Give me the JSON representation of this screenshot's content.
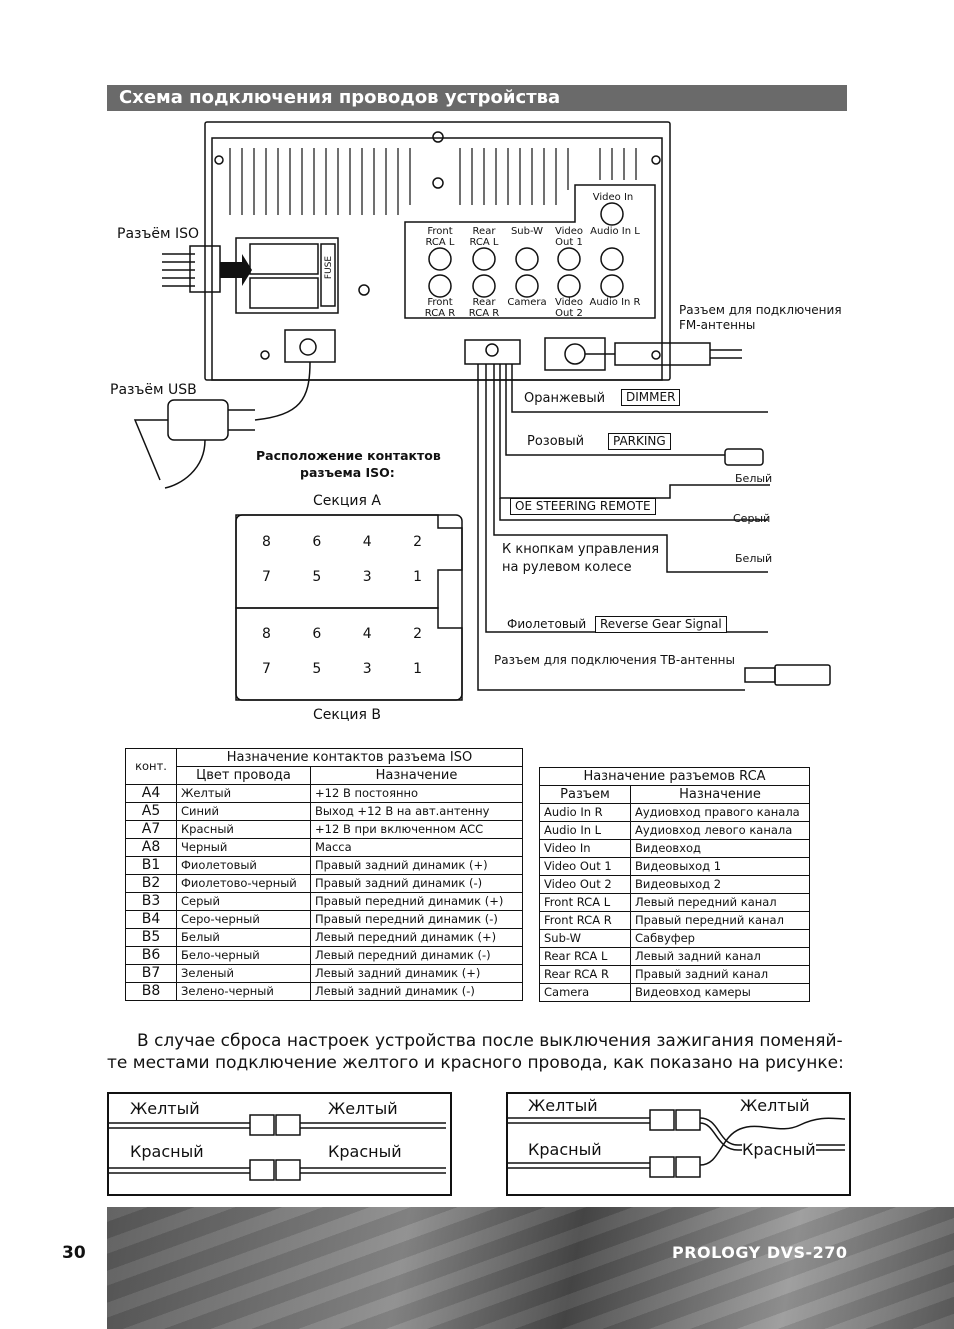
{
  "header": {
    "title": "Схема подключения проводов устройства"
  },
  "diagram": {
    "iso_connector_label": "Разъём ISO",
    "usb_label": "Разъём USB",
    "fm_antenna_label_1": "Разъем для подключения",
    "fm_antenna_label_2": "FM-антенны",
    "fuse": "FUSE",
    "rca_top": [
      {
        "l1": "Front",
        "l2": "RCA L"
      },
      {
        "l1": "Rear",
        "l2": "RCA L"
      },
      {
        "l1": "",
        "l2": "Sub-W"
      },
      {
        "l1": "Video",
        "l2": "Out 1"
      },
      {
        "l1": "",
        "l2": "Audio In L"
      }
    ],
    "rca_bottom": [
      {
        "l1": "Front",
        "l2": "RCA R"
      },
      {
        "l1": "Rear",
        "l2": "RCA R"
      },
      {
        "l1": "",
        "l2": "Camera"
      },
      {
        "l1": "Video",
        "l2": "Out 2"
      },
      {
        "l1": "",
        "l2": "Audio In R"
      }
    ],
    "video_in": "Video In",
    "wires": {
      "orange": "Оранжевый",
      "dimmer": "DIMMER",
      "pink": "Розовый",
      "parking": "PARKING",
      "white1": "Белый",
      "steering": "OE STEERING REMOTE",
      "grey": "Серый",
      "buttons_1": "К кнопкам управления",
      "buttons_2": "на рулевом колесе",
      "white2": "Белый",
      "violet": "Фиолетовый",
      "reverse": "Reverse Gear Signal",
      "tv_antenna": "Разъем для подключения  ТВ-антенны"
    },
    "iso_layout_1": "Расположение контактов",
    "iso_layout_2": "разъема ISO:",
    "section_a": "Секция А",
    "section_b": "Секция В",
    "pins_top": [
      "8",
      "6",
      "4",
      "2"
    ],
    "pins_bottom": [
      "7",
      "5",
      "3",
      "1"
    ]
  },
  "iso_table": {
    "col_kont": "конт.",
    "header_main": "Назначение контактов разъема ISO",
    "col_color": "Цвет провода",
    "col_purpose": "Назначение",
    "rows": [
      {
        "pin": "A4",
        "color": "Желтый",
        "purpose": "+12 В постоянно"
      },
      {
        "pin": "A5",
        "color": "Синий",
        "purpose": "Выход +12 В на авт.антенну"
      },
      {
        "pin": "A7",
        "color": "Красный",
        "purpose": "+12 В при включенном ACC"
      },
      {
        "pin": "A8",
        "color": "Черный",
        "purpose": "Масса"
      },
      {
        "pin": "B1",
        "color": "Фиолетовый",
        "purpose": "Правый задний динамик (+)"
      },
      {
        "pin": "B2",
        "color": "Фиолетово-черный",
        "purpose": "Правый задний динамик (-)"
      },
      {
        "pin": "B3",
        "color": "Серый",
        "purpose": "Правый передний динамик (+)"
      },
      {
        "pin": "B4",
        "color": "Серо-черный",
        "purpose": "Правый передний динамик (-)"
      },
      {
        "pin": "B5",
        "color": "Белый",
        "purpose": "Левый передний динамик (+)"
      },
      {
        "pin": "B6",
        "color": "Бело-черный",
        "purpose": "Левый передний динамик (-)"
      },
      {
        "pin": "B7",
        "color": "Зеленый",
        "purpose": "Левый задний динамик (+)"
      },
      {
        "pin": "B8",
        "color": "Зелено-черный",
        "purpose": "Левый задний динамик (-)"
      }
    ]
  },
  "rca_table": {
    "header_main": "Назначение разъемов RCA",
    "col_conn": "Разъем",
    "col_purpose": "Назначение",
    "rows": [
      {
        "conn": "Audio In R",
        "purpose": "Аудиовход правого канала"
      },
      {
        "conn": "Audio In L",
        "purpose": "Аудиовход левого канала"
      },
      {
        "conn": "Video In",
        "purpose": "Видеовход"
      },
      {
        "conn": "Video Out  1",
        "purpose": "Видеовыход  1"
      },
      {
        "conn": "Video Out  2",
        "purpose": "Видеовыход  2"
      },
      {
        "conn": "Front RCA L",
        "purpose": "Левый передний канал"
      },
      {
        "conn": "Front RCA R",
        "purpose": "Правый передний канал"
      },
      {
        "conn": "Sub-W",
        "purpose": "Сабвуфер"
      },
      {
        "conn": "Rear RCA L",
        "purpose": "Левый задний канал"
      },
      {
        "conn": "Rear RCA R",
        "purpose": "Правый задний канал"
      },
      {
        "conn": "Camera",
        "purpose": "Видеовход камеры"
      }
    ]
  },
  "paragraph": {
    "line1": "В случае сброса настроек устройства после выключения зажигания  поменяй-",
    "line2": "те местами подключение желтого и красного провода, как показано на рисунке:"
  },
  "swap_diagram": {
    "yellow": "Желтый",
    "red": "Красный"
  },
  "footer": {
    "page": "30",
    "brand": "PROLOGY DVS-270"
  }
}
